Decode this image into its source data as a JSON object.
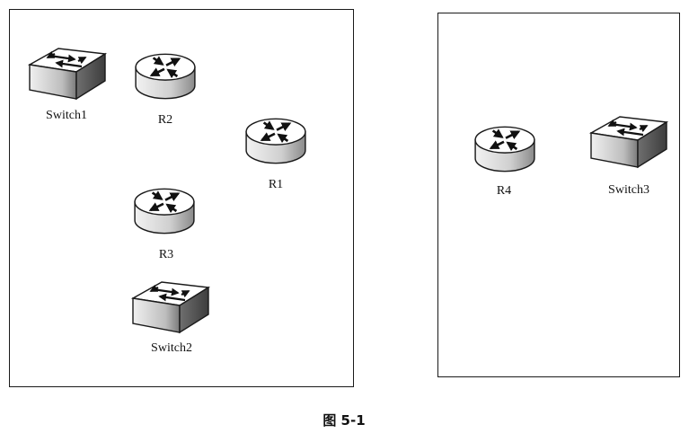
{
  "devices": {
    "switch1": {
      "label": "Switch1",
      "icon": "switch-icon"
    },
    "r2": {
      "label": "R2",
      "icon": "router-icon"
    },
    "r1": {
      "label": "R1",
      "icon": "router-icon"
    },
    "r3": {
      "label": "R3",
      "icon": "router-icon"
    },
    "switch2": {
      "label": "Switch2",
      "icon": "switch-icon"
    },
    "r4": {
      "label": "R4",
      "icon": "router-icon"
    },
    "switch3": {
      "label": "Switch3",
      "icon": "switch-icon"
    }
  },
  "caption": "图 5-1",
  "colors": {
    "stroke": "#1a1a1a",
    "device_fill": "#ffffff",
    "device_shade": "#8a8a8a"
  }
}
